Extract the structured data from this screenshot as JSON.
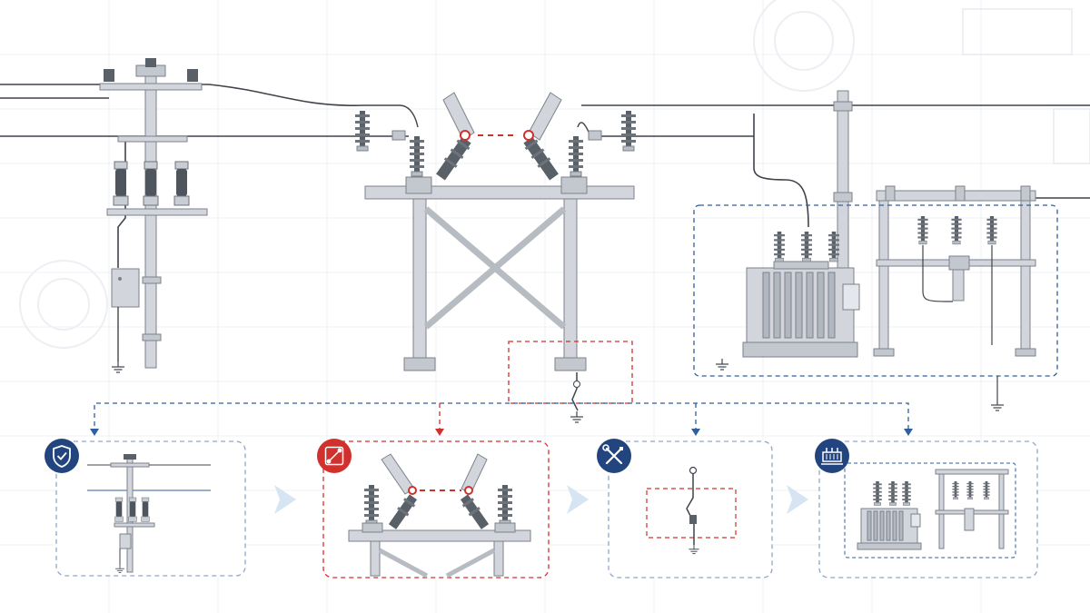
{
  "palette": {
    "background": "#ffffff",
    "grid": "#eef1f5",
    "steel": "#d2d6dc",
    "steel_edge": "#7c828b",
    "line": "#3f444b",
    "accent_red": "#d0312d",
    "accent_blue": "#2f5f9e",
    "badge_navy": "#22457f"
  },
  "scene": {
    "components": [
      "distribution-pole",
      "disconnect-switch",
      "transformer-bay",
      "ground-rod"
    ],
    "open_switch_gap_marker": "red-dashed"
  },
  "steps": [
    {
      "key": "pole",
      "icon": "shield-check-icon",
      "badge_color": "#22457f",
      "frame_color": "#8fa6c9",
      "active": false
    },
    {
      "key": "switch",
      "icon": "network-nodes-icon",
      "badge_color": "#d0312d",
      "frame_color": "#d0312d",
      "active": true
    },
    {
      "key": "ground",
      "icon": "wrench-screwdriver-icon",
      "badge_color": "#22457f",
      "frame_color": "#8fa6c9",
      "active": false
    },
    {
      "key": "transformer",
      "icon": "transformer-icon",
      "badge_color": "#22457f",
      "frame_color": "#8fa6c9",
      "active": false
    }
  ]
}
